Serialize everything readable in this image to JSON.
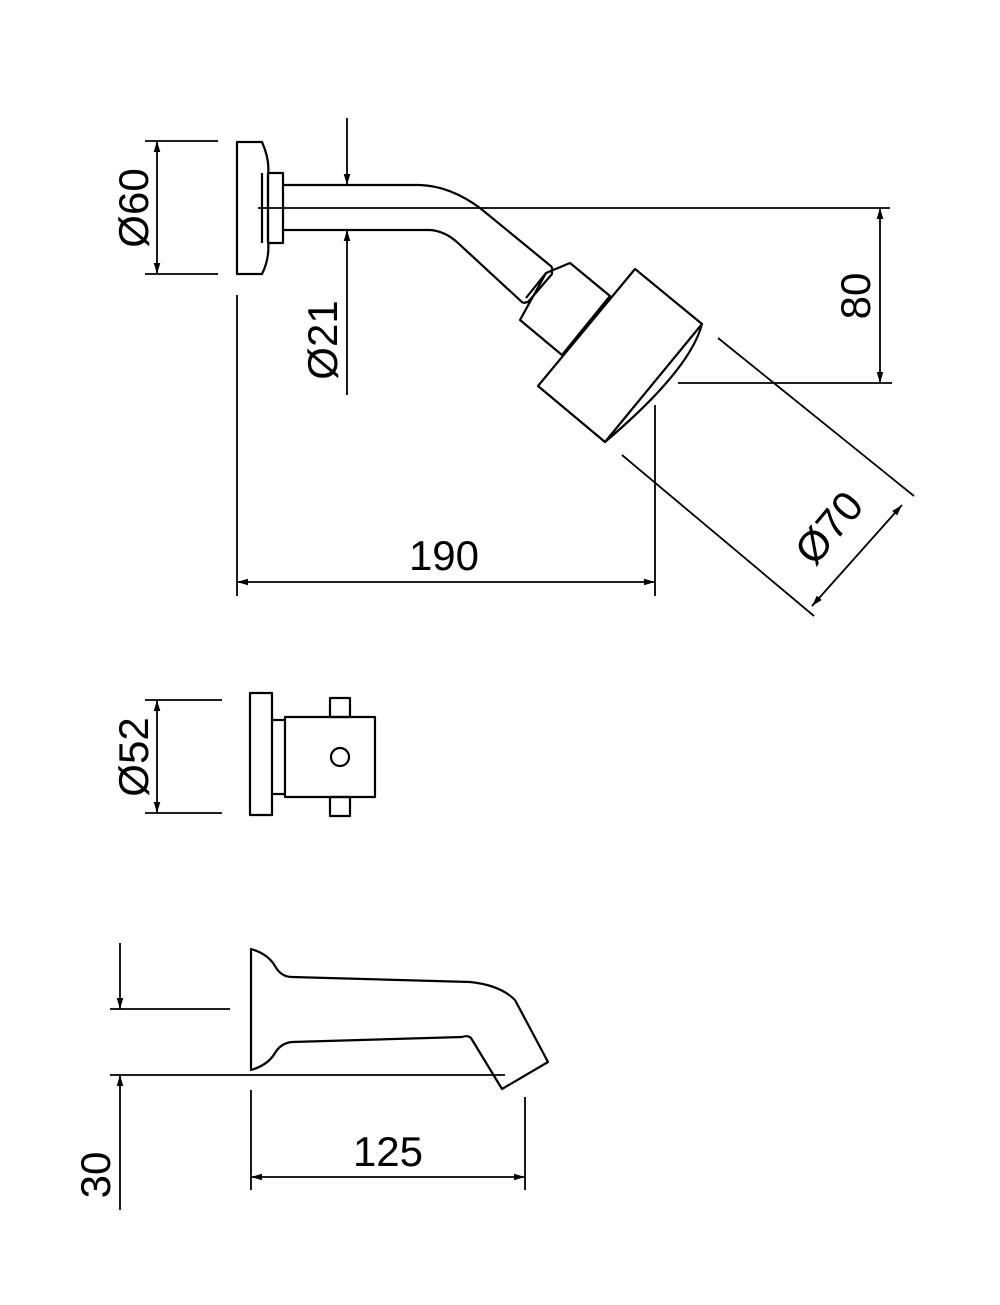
{
  "shower_arm": {
    "flange_diameter": "Ø60",
    "arm_diameter": "Ø21",
    "projection": "190",
    "drop": "80",
    "head_diameter": "Ø70"
  },
  "valve": {
    "flange_diameter": "Ø52"
  },
  "spout": {
    "length": "125",
    "height": "30"
  },
  "colors": {
    "line": "#000000",
    "background": "#ffffff"
  }
}
